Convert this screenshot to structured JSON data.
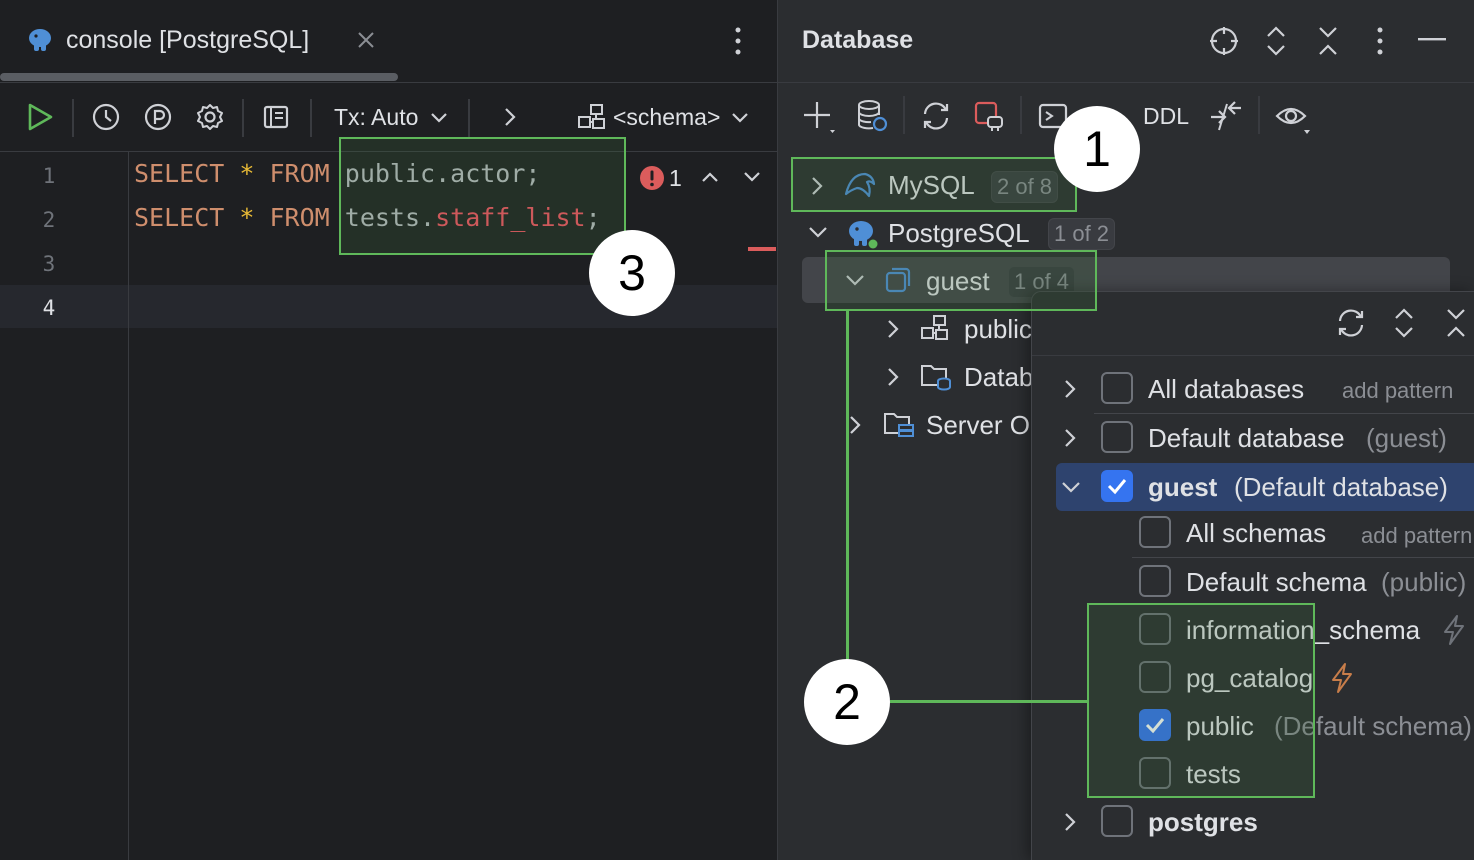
{
  "editor": {
    "tab_title": "console [PostgreSQL]",
    "tab_close": "×",
    "more_menu": "⋮",
    "toolbar": {
      "tx_label": "Tx: Auto",
      "schema_label": "<schema>"
    },
    "line_numbers": [
      "1",
      "2",
      "3",
      "4"
    ],
    "lines": [
      {
        "kw1": "SELECT",
        "star": "*",
        "kw2": "FROM",
        "schema": "public.",
        "table": "actor",
        "end": ";"
      },
      {
        "kw1": "SELECT",
        "star": "*",
        "kw2": "FROM",
        "schema": "tests.",
        "table": "staff_list",
        "end": ";"
      }
    ],
    "inspection": {
      "error_count": "1"
    }
  },
  "database": {
    "title": "Database",
    "toolbar": {
      "ddl_label": "DDL"
    },
    "tree": {
      "mysql": {
        "label": "MySQL",
        "badge": "2 of 8"
      },
      "postgresql": {
        "label": "PostgreSQL",
        "badge": "1 of 2"
      },
      "guest": {
        "label": "guest",
        "badge": "1 of 4"
      },
      "public": {
        "label": "public"
      },
      "database_objects": {
        "label": "Datab"
      },
      "server_objects": {
        "label": "Server O"
      }
    }
  },
  "popup": {
    "rows": {
      "all_databases": {
        "label": "All databases",
        "hint": "add pattern"
      },
      "default_database": {
        "label": "Default database",
        "hint": "(guest)"
      },
      "guest": {
        "label": "guest",
        "hint": "(Default database)",
        "checked": true
      },
      "all_schemas": {
        "label": "All schemas",
        "hint": "add pattern"
      },
      "default_schema": {
        "label": "Default schema",
        "hint": "(public)"
      },
      "information_schema": {
        "label": "information_schema"
      },
      "pg_catalog": {
        "label": "pg_catalog"
      },
      "public": {
        "label": "public",
        "hint": "(Default schema)",
        "checked": true
      },
      "tests": {
        "label": "tests"
      },
      "postgres": {
        "label": "postgres"
      }
    }
  },
  "callouts": {
    "one": "1",
    "two": "2",
    "three": "3"
  },
  "colors": {
    "accent": "#3574f0",
    "highlight": "#5fb85a",
    "error": "#f75464",
    "keyword": "#cf8e6d"
  }
}
